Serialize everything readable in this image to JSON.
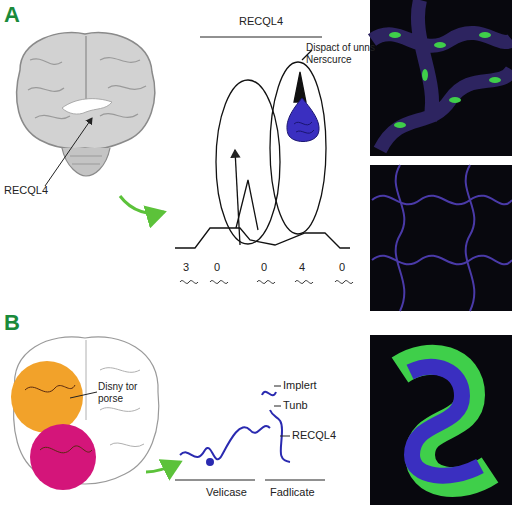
{
  "diagram": {
    "title": "RECQL4",
    "labels": [
      "A",
      "RECQL4",
      "Dispact of unns Nerscurce",
      "3",
      "0",
      "0",
      "4",
      "0",
      "B",
      "Disny tor porse",
      "Implert",
      "Tunb",
      "RECQL4",
      "Velicase",
      "Fadlicate"
    ]
  }
}
